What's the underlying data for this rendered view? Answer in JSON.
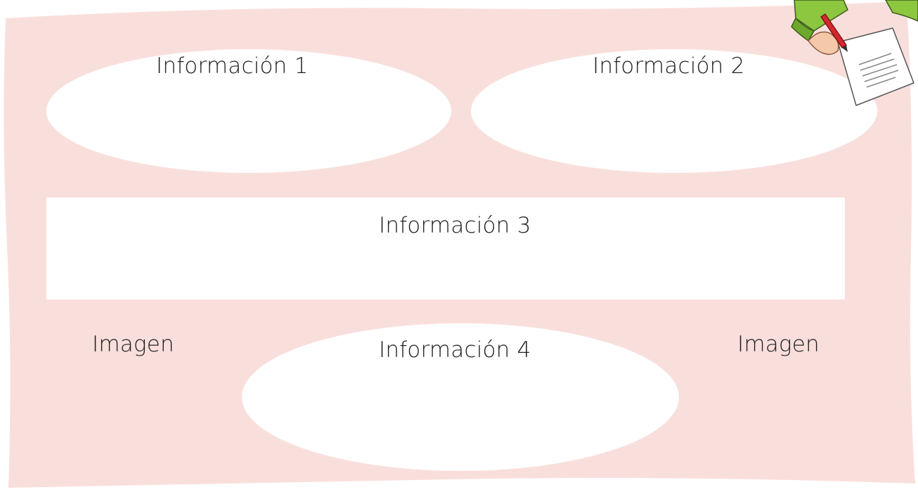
{
  "colors": {
    "panel": "#f9dfdc",
    "bubble": "#ffffff",
    "text": "#1f1f1f",
    "sleeve": "#8dc63f",
    "pencil": "#d7262e"
  },
  "organizer": {
    "info1": "Información 1",
    "info2": "Información 2",
    "info3": "Información 3",
    "info4": "Información 4",
    "image_left": "Imagen",
    "image_right": "Imagen"
  },
  "icons": {
    "illustration": "hand-writing-on-paper-icon"
  }
}
